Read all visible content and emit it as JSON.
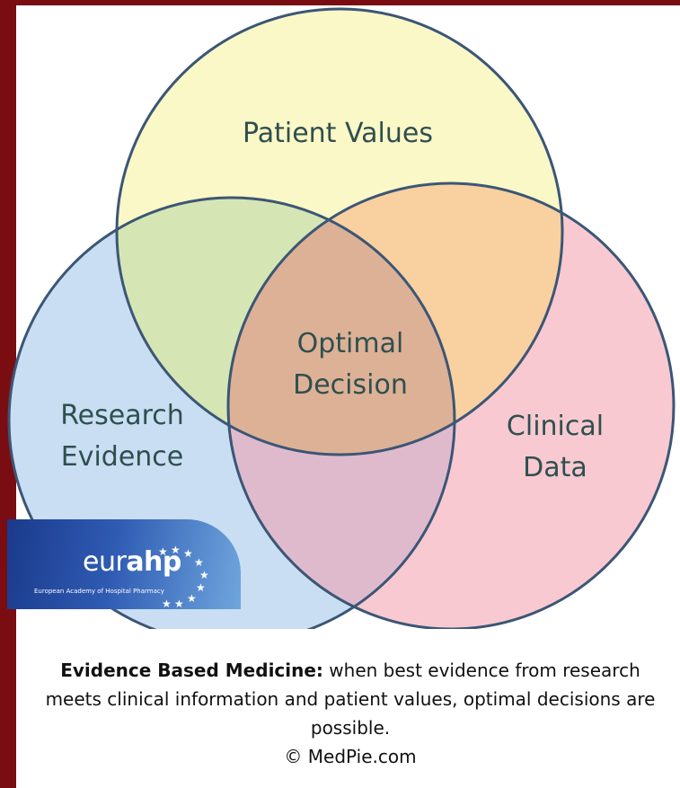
{
  "diagram": {
    "circles": [
      {
        "id": "patient",
        "label_lines": [
          "Patient Values"
        ],
        "fill": "#fbf8c7"
      },
      {
        "id": "research",
        "label_lines": [
          "Research",
          "Evidence"
        ],
        "fill": "#c9def2"
      },
      {
        "id": "clinical",
        "label_lines": [
          "Clinical",
          "Data"
        ],
        "fill": "#f8c9d1"
      }
    ],
    "center_label_lines": [
      "Optimal",
      "Decision"
    ],
    "stroke_color": "#3b5676"
  },
  "logo": {
    "text_light": "eur",
    "text_bold": "ahp",
    "subtitle": "European Academy of Hospital Pharmacy"
  },
  "caption": {
    "bold": "Evidence Based Medicine:",
    "rest": " when best evidence from research meets clinical information and patient values, optimal decisions are possible.",
    "credit": "© MedPie.com"
  }
}
